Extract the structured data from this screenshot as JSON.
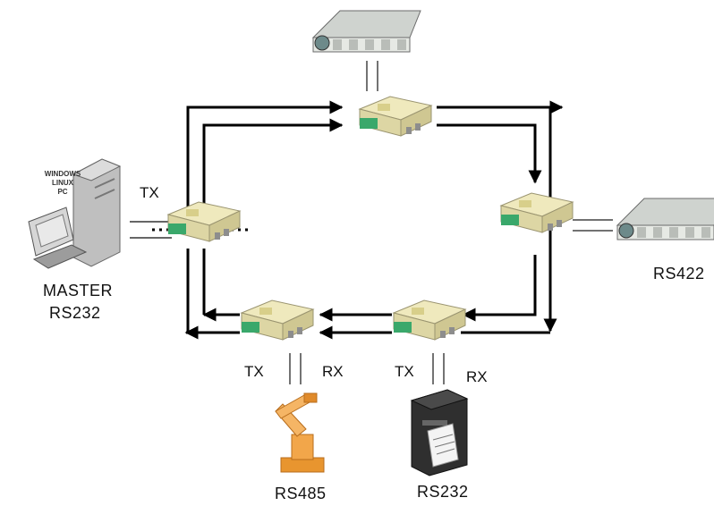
{
  "labels": {
    "pc_os": [
      "WINDOWS",
      "LINUX",
      "PC"
    ],
    "master": "MASTER",
    "master_proto": "RS232",
    "master_tx": "TX",
    "rs422": "RS422",
    "robot_proto": "RS485",
    "printer_proto": "RS232",
    "robot_tx": "TX",
    "robot_rx": "RX",
    "printer_tx": "TX",
    "printer_rx": "RX"
  },
  "colors": {
    "arrow": "#000000",
    "module_body": "#e8e2b0",
    "module_terminal": "#3aa86b",
    "plc_body": "#d9dcd8",
    "pc_body": "#c9c9c9",
    "robot": "#f0a040",
    "printer": "#2b2b2b"
  }
}
